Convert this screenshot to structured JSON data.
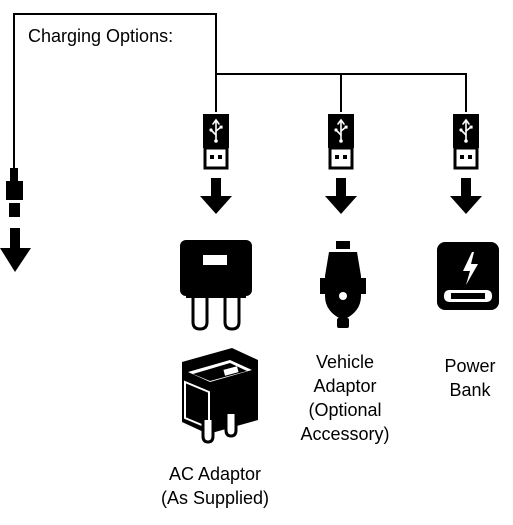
{
  "diagram": {
    "title": "Charging Options:",
    "options": [
      {
        "id": "ac",
        "label_lines": [
          "AC Adaptor",
          "(As Supplied)"
        ]
      },
      {
        "id": "vehicle",
        "label_lines": [
          "Vehicle",
          "Adaptor",
          "(Optional",
          "Accessory)"
        ]
      },
      {
        "id": "power",
        "label_lines": [
          "Power",
          "Bank"
        ]
      }
    ],
    "icons": [
      "usb-plug-icon",
      "down-arrow-icon",
      "ac-adaptor-icon",
      "vehicle-adaptor-icon",
      "power-bank-icon",
      "lightning-icon",
      "micro-usb-plug-icon"
    ],
    "colors": {
      "line": "#000000",
      "background": "#ffffff"
    }
  }
}
